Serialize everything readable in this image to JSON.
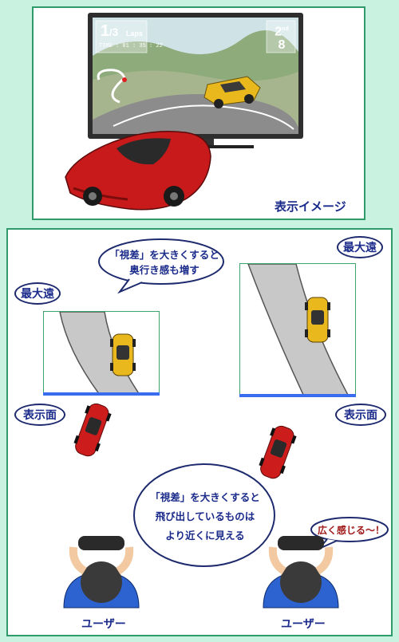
{
  "top": {
    "caption": "表示イメージ",
    "hud": {
      "lap_big": "1",
      "lap_small": "3",
      "lap_word": "Laps",
      "time": "TIME : 01 : 35 : 22",
      "rank_num": "2",
      "rank_sup": "nd",
      "rank_total": "8"
    }
  },
  "bottom": {
    "label_far_left": "最大遠",
    "label_far_right": "最大遠",
    "label_screen_left": "表示面",
    "label_screen_right": "表示面",
    "bubble_top_lines": [
      "「視差」を大きくすると",
      "奥行き感も増す"
    ],
    "bubble_center_lines": [
      "「視差」を大きくすると",
      "飛び出しているものは",
      "より近くに見える"
    ],
    "bubble_right": "広く感じる〜！",
    "user_left": "ユーザー",
    "user_right": "ユーザー"
  },
  "colors": {
    "background": "#c9f3e0",
    "panel_border": "#2f9a6a",
    "text_blue": "#1a2a8a",
    "screen_line": "#3a6cf0",
    "accent_red": "#a01818"
  }
}
